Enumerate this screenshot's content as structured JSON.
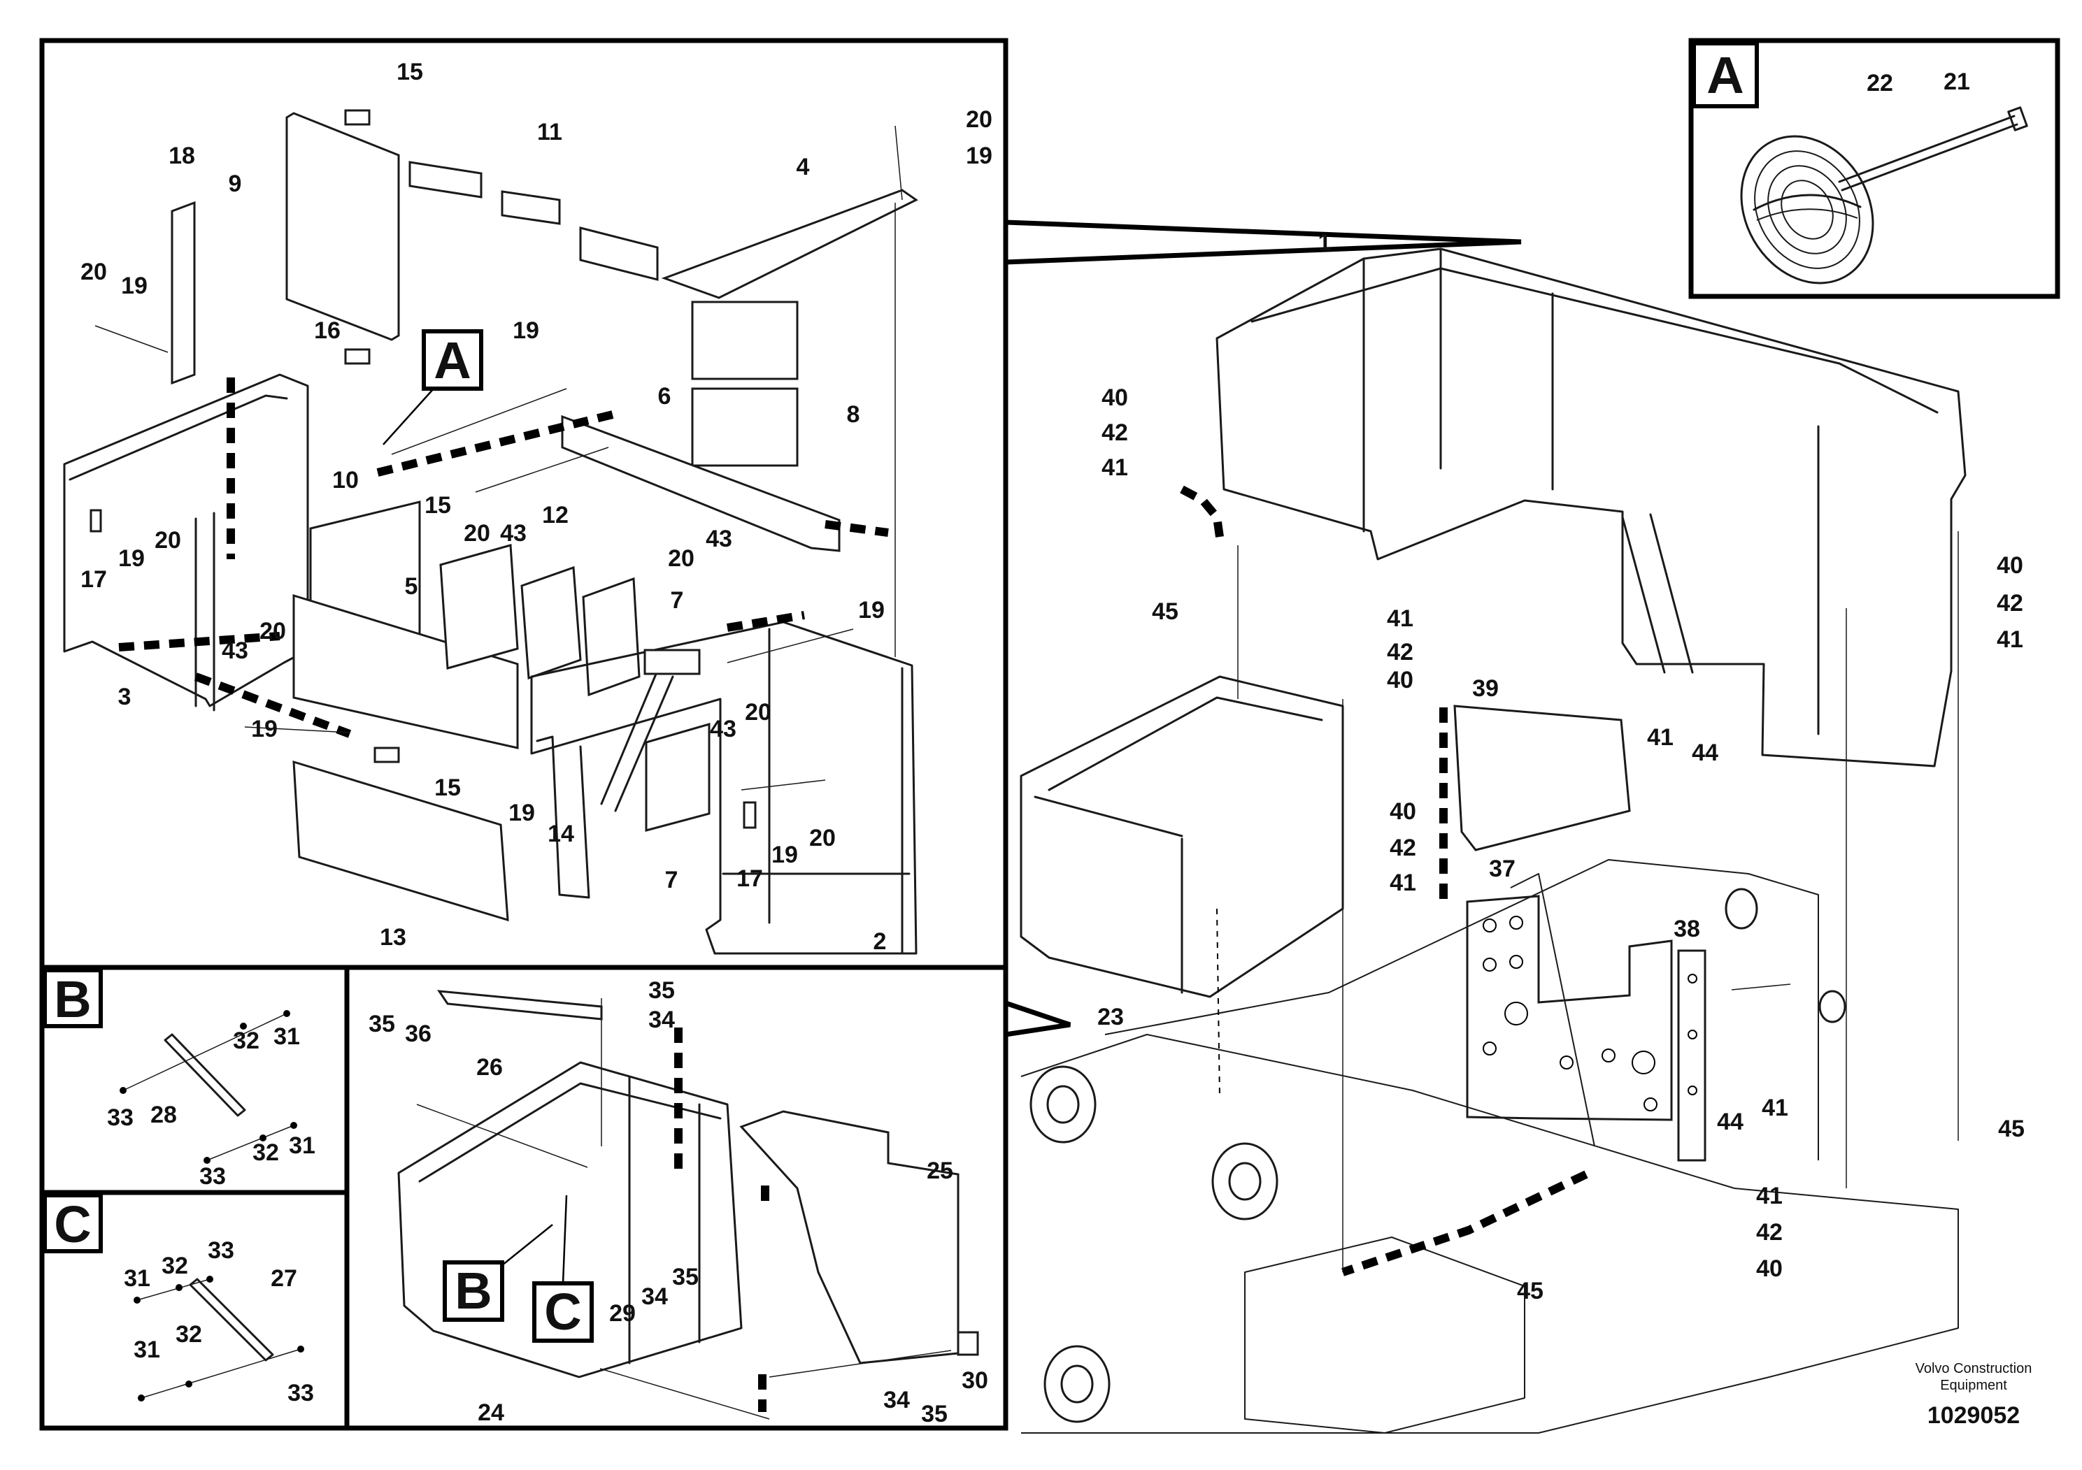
{
  "diagram": {
    "part_labels": {
      "p1": "1",
      "p2": "2",
      "p3": "3",
      "p4": "4",
      "p5": "5",
      "p6": "6",
      "p7a": "7",
      "p7b": "7",
      "p8": "8",
      "p9": "9",
      "p10": "10",
      "p11": "11",
      "p12": "12",
      "p13": "13",
      "p14": "14",
      "p15a": "15",
      "p15b": "15",
      "p15c": "15",
      "p16": "16",
      "p17a": "17",
      "p17b": "17",
      "p18": "18",
      "p19a": "19",
      "p19b": "19",
      "p19c": "19",
      "p19d": "19",
      "p19e": "19",
      "p19f": "19",
      "p19g": "19",
      "p19h": "19",
      "p20a": "20",
      "p20b": "20",
      "p20c": "20",
      "p20d": "20",
      "p20e": "20",
      "p20f": "20",
      "p20g": "20",
      "p20h": "20",
      "p21": "21",
      "p22": "22",
      "p23": "23",
      "p24": "24",
      "p25": "25",
      "p26": "26",
      "p27": "27",
      "p28": "28",
      "p29": "29",
      "p30": "30",
      "p31a": "31",
      "p31b": "31",
      "p31c": "31",
      "p31d": "31",
      "p32a": "32",
      "p32b": "32",
      "p32c": "32",
      "p32d": "32",
      "p33a": "33",
      "p33b": "33",
      "p33c": "33",
      "p33d": "33",
      "p34a": "34",
      "p34b": "34",
      "p34c": "34",
      "p35a": "35",
      "p35b": "35",
      "p35c": "35",
      "p35d": "35",
      "p36": "36",
      "p37": "37",
      "p38": "38",
      "p39": "39",
      "p40a": "40",
      "p40b": "40",
      "p40c": "40",
      "p40d": "40",
      "p40e": "40",
      "p41a": "41",
      "p41b": "41",
      "p41c": "41",
      "p41d": "41",
      "p41e": "41",
      "p41f": "41",
      "p41g": "41",
      "p42a": "42",
      "p42b": "42",
      "p42c": "42",
      "p42d": "42",
      "p42e": "42",
      "p43a": "43",
      "p43b": "43",
      "p43c": "43",
      "p43d": "43",
      "p44a": "44",
      "p44b": "44",
      "p45a": "45",
      "p45b": "45",
      "p45c": "45"
    },
    "detail_labels": {
      "a_main": "A",
      "a_detail": "A",
      "b_main": "B",
      "b_detail": "B",
      "c_main": "C",
      "c_detail": "C"
    },
    "footer": {
      "brand_line1": "Volvo Construction",
      "brand_line2": "Equipment",
      "ref_number": "1029052"
    }
  }
}
